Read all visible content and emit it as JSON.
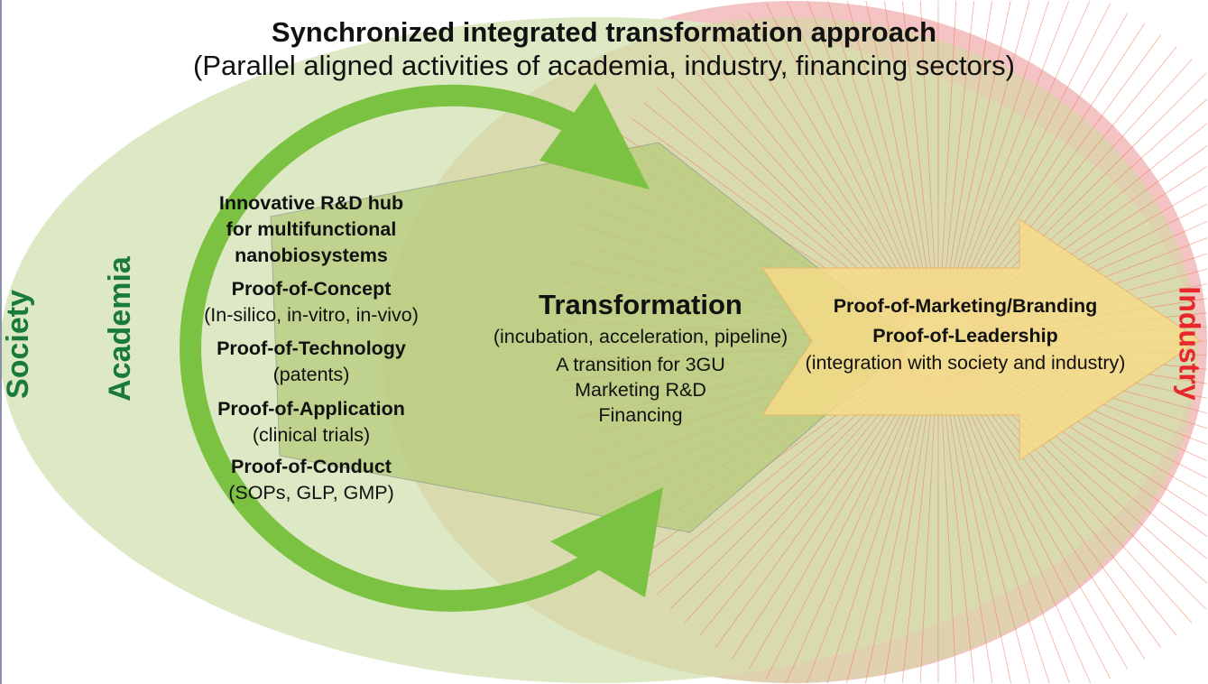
{
  "header": {
    "title": "Synchronized integrated transformation approach",
    "subtitle": "(Parallel aligned activities of academia, industry, financing sectors)"
  },
  "labels": {
    "society": "Society",
    "academia": "Academia",
    "industry": "Industry"
  },
  "academia_block": {
    "hub": [
      "Innovative R&D hub",
      "for multifunctional",
      "nanobiosystems"
    ],
    "items": [
      {
        "title": "Proof-of-Concept",
        "detail": "(In-silico, in-vitro, in-vivo)"
      },
      {
        "title": "Proof-of-Technology",
        "detail": "(patents)"
      },
      {
        "title": "Proof-of-Application",
        "detail": "(clinical trials)"
      },
      {
        "title": "Proof-of-Conduct",
        "detail": "(SOPs, GLP, GMP)"
      }
    ]
  },
  "transformation_block": {
    "title": "Transformation",
    "lines": [
      "(incubation, acceleration, pipeline)",
      "A transition for 3GU",
      "Marketing R&D",
      "Financing"
    ]
  },
  "industry_block": {
    "lines": [
      "Proof-of-Marketing/Branding",
      "Proof-of-Leadership"
    ],
    "detail": "(integration with society and industry)"
  },
  "colors": {
    "society_green": "#dde9c4",
    "academia_arrow": "#7cc242",
    "label_green": "#1a7a3a",
    "industry_red": "#e8262b",
    "industry_pink": "#f4c3c3",
    "overlap_tan": "#ddd9b5",
    "pentagon_green": "#bfd08a",
    "arrow_yellow": "#f5dc8c"
  }
}
